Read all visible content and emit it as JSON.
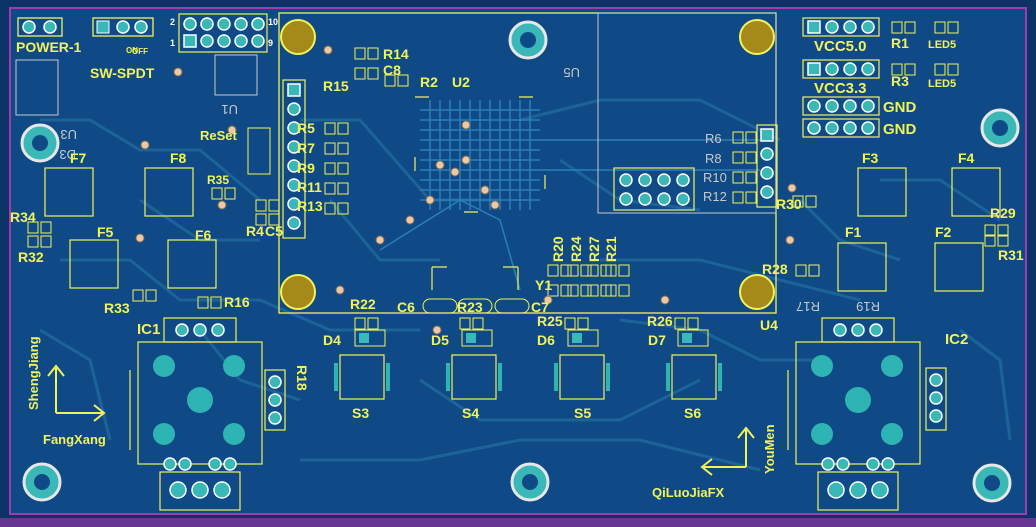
{
  "board": {
    "outline_color": "#a23bb0",
    "copper_color": "#0f4a86",
    "trace_color": "#1f6aa0",
    "silk_color": "#f2f25a",
    "pad_color": "#2fb4b4"
  },
  "labels": {
    "power": "POWER-1",
    "switch_on": "ON",
    "switch_off": "OFF",
    "sw_spdt": "SW-SPDT",
    "reset": "ReSet",
    "vcc50": "VCC5.0",
    "vcc33": "VCC3.3",
    "gnd1": "GND",
    "gnd2": "GND",
    "r1": "R1",
    "r3": "R3",
    "led5a": "LED5",
    "led5b": "LED5",
    "u2": "U2",
    "u4": "U4",
    "u5": "U5",
    "u1": "U1",
    "u3": "U3",
    "d3": "D3",
    "r14": "R14",
    "r15": "R15",
    "r2": "R2",
    "c8": "C8",
    "r5": "R5",
    "r7": "R7",
    "r9": "R9",
    "r11": "R11",
    "r13": "R13",
    "r4": "R4",
    "c5": "C5",
    "r35": "R35",
    "r6": "R6",
    "r8": "R8",
    "r10": "R10",
    "r12": "R12",
    "r30": "R30",
    "r28": "R28",
    "r29": "R29",
    "r31": "R31",
    "r34": "R34",
    "r32": "R32",
    "r33": "R33",
    "r16": "R16",
    "r18": "R18",
    "r17": "R17",
    "r19": "R19",
    "f1": "F1",
    "f2": "F2",
    "f3": "F3",
    "f4": "F4",
    "f5": "F5",
    "f6": "F6",
    "f7": "F7",
    "f8": "F8",
    "ic1": "IC1",
    "ic2": "IC2",
    "r22": "R22",
    "r23": "R23",
    "r25": "R25",
    "r26": "R26",
    "c6": "C6",
    "c7": "C7",
    "y1": "Y1",
    "r20": "R20",
    "r24": "R24",
    "r27": "R27",
    "r21": "R21",
    "d4": "D4",
    "d5": "D5",
    "d6": "D6",
    "d7": "D7",
    "s3": "S3",
    "s4": "S4",
    "s5": "S5",
    "s6": "S6",
    "shengjiang": "ShengJiang",
    "fangxang": "FangXang",
    "youmen": "YouMen",
    "qiluojiafx": "QiLuoJiaFX",
    "hdr_2": "2",
    "hdr_1": "1",
    "hdr_10": "10",
    "hdr_9": "9"
  }
}
